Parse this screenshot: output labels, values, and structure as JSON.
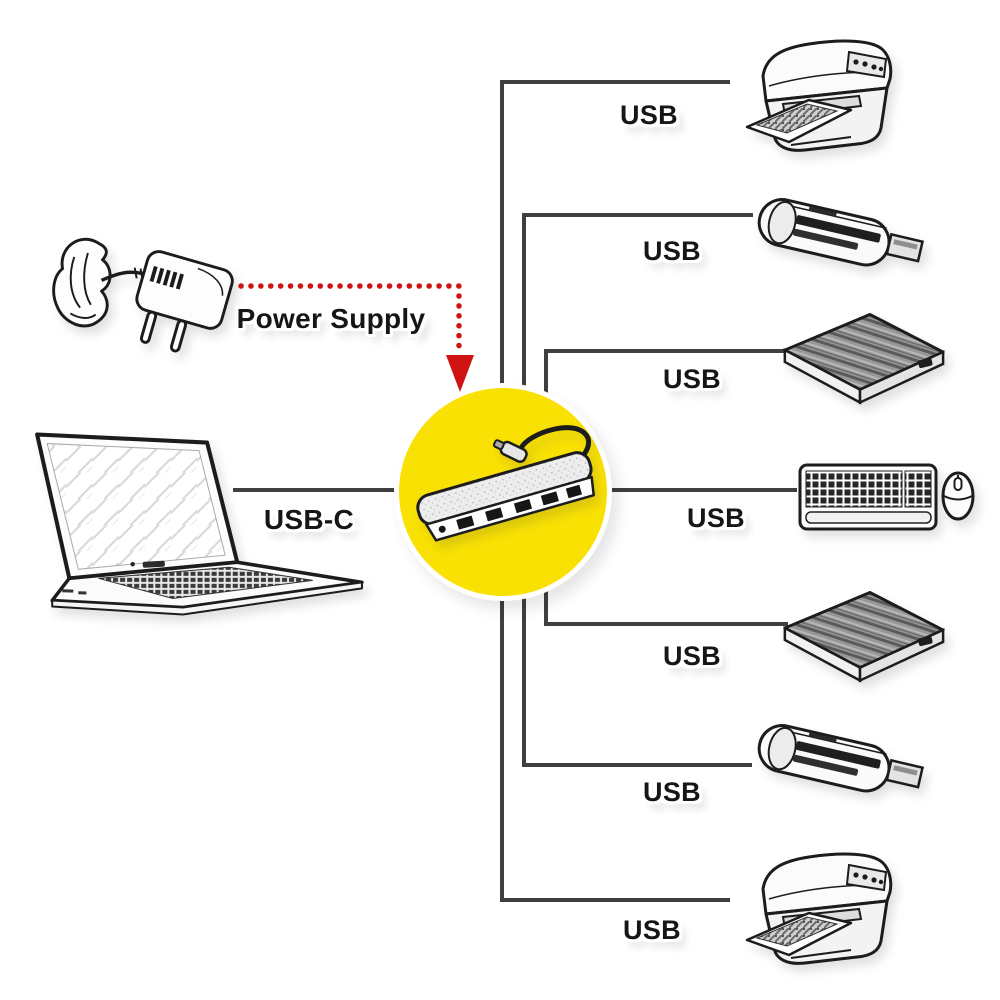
{
  "diagram": {
    "power": {
      "label": "Power Supply",
      "icon": "power-adapter-icon",
      "connector_color": "#ce1312"
    },
    "source": {
      "icon": "laptop-icon",
      "connection_label": "USB-C"
    },
    "hub": {
      "icon": "usb-c-hub-icon",
      "highlight_color": "#f9e104"
    },
    "branches": [
      {
        "label": "USB",
        "icon": "printer-icon"
      },
      {
        "label": "USB",
        "icon": "card-reader-icon"
      },
      {
        "label": "USB",
        "icon": "external-hard-drive-icon"
      },
      {
        "label": "USB",
        "icon": "keyboard-and-mouse-icon"
      },
      {
        "label": "USB",
        "icon": "external-hard-drive-icon"
      },
      {
        "label": "USB",
        "icon": "card-reader-icon"
      },
      {
        "label": "USB",
        "icon": "printer-icon"
      }
    ],
    "colors": {
      "line": "#3f3f3f",
      "text": "#161616",
      "accent_yellow": "#f9e104",
      "power_red": "#ce1312",
      "background": "#ffffff"
    }
  }
}
